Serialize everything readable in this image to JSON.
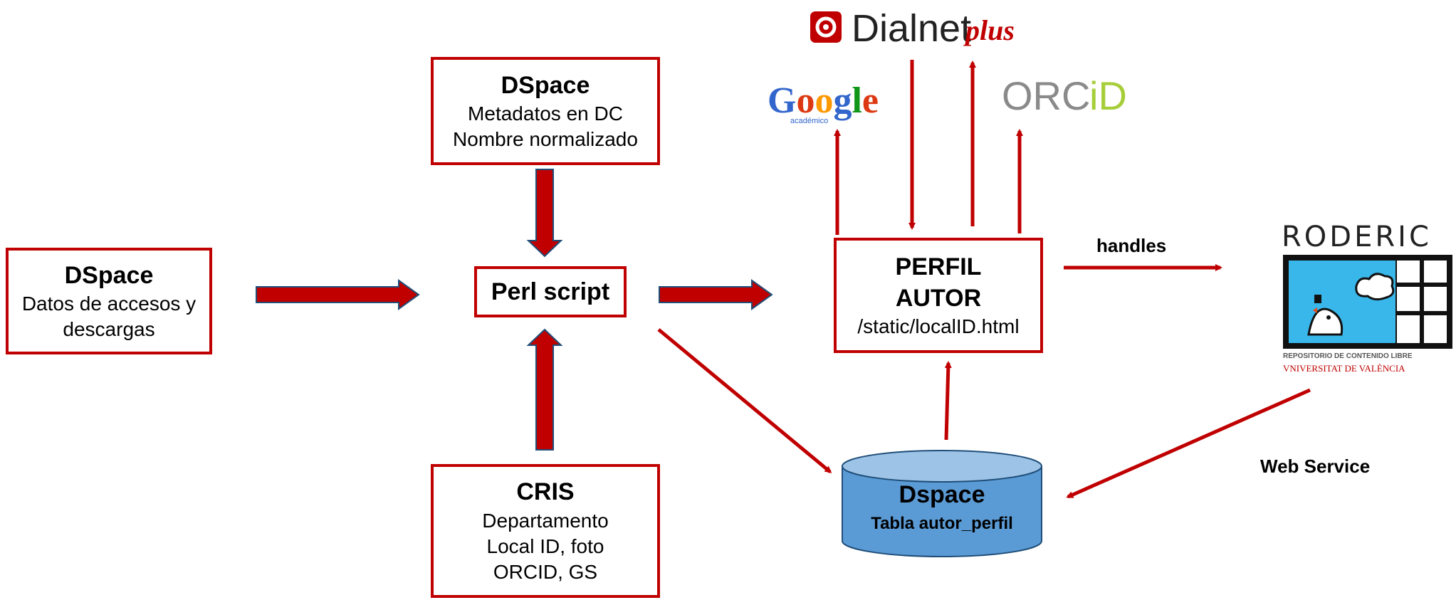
{
  "dspace_access": {
    "title": "DSpace",
    "lines": [
      "Datos de accesos y",
      "descargas"
    ]
  },
  "dspace_meta": {
    "title": "DSpace",
    "lines": [
      "Metadatos en DC",
      "Nombre normalizado"
    ]
  },
  "perl": {
    "title": "Perl script"
  },
  "cris": {
    "title": "CRIS",
    "lines": [
      "Departamento",
      "Local ID, foto",
      "ORCID, GS"
    ]
  },
  "perfil": {
    "lines": [
      "PERFIL",
      "AUTOR"
    ],
    "path": "/static/localID.html"
  },
  "db": {
    "title": "Dspace",
    "subtitle": "Tabla autor_perfil"
  },
  "labels": {
    "handles": "handles",
    "web_service": "Web Service"
  },
  "logos": {
    "dialnet": {
      "name": "Dialnet",
      "suffix": "plus"
    },
    "google": {
      "letters": [
        "G",
        "o",
        "o",
        "g",
        "l",
        "e"
      ],
      "sub": "académico"
    },
    "orcid": {
      "text": "ORC",
      "accent": "iD"
    },
    "roderic": {
      "name": "RODERIC",
      "caption1": "REPOSITORIO DE CONTENIDO LIBRE",
      "caption2": "VNIVERSITAT DE VALÈNCIA"
    }
  },
  "colors": {
    "accent": "#c00000",
    "cylinder": "#5b9bd5",
    "cylinder_top": "#9dc3e6",
    "google": [
      "#3366cc",
      "#dc3912",
      "#ff9900",
      "#3366cc",
      "#109618",
      "#dc3912"
    ],
    "orcid_green": "#a6ce39",
    "orcid_gray": "#8a8a8a"
  }
}
